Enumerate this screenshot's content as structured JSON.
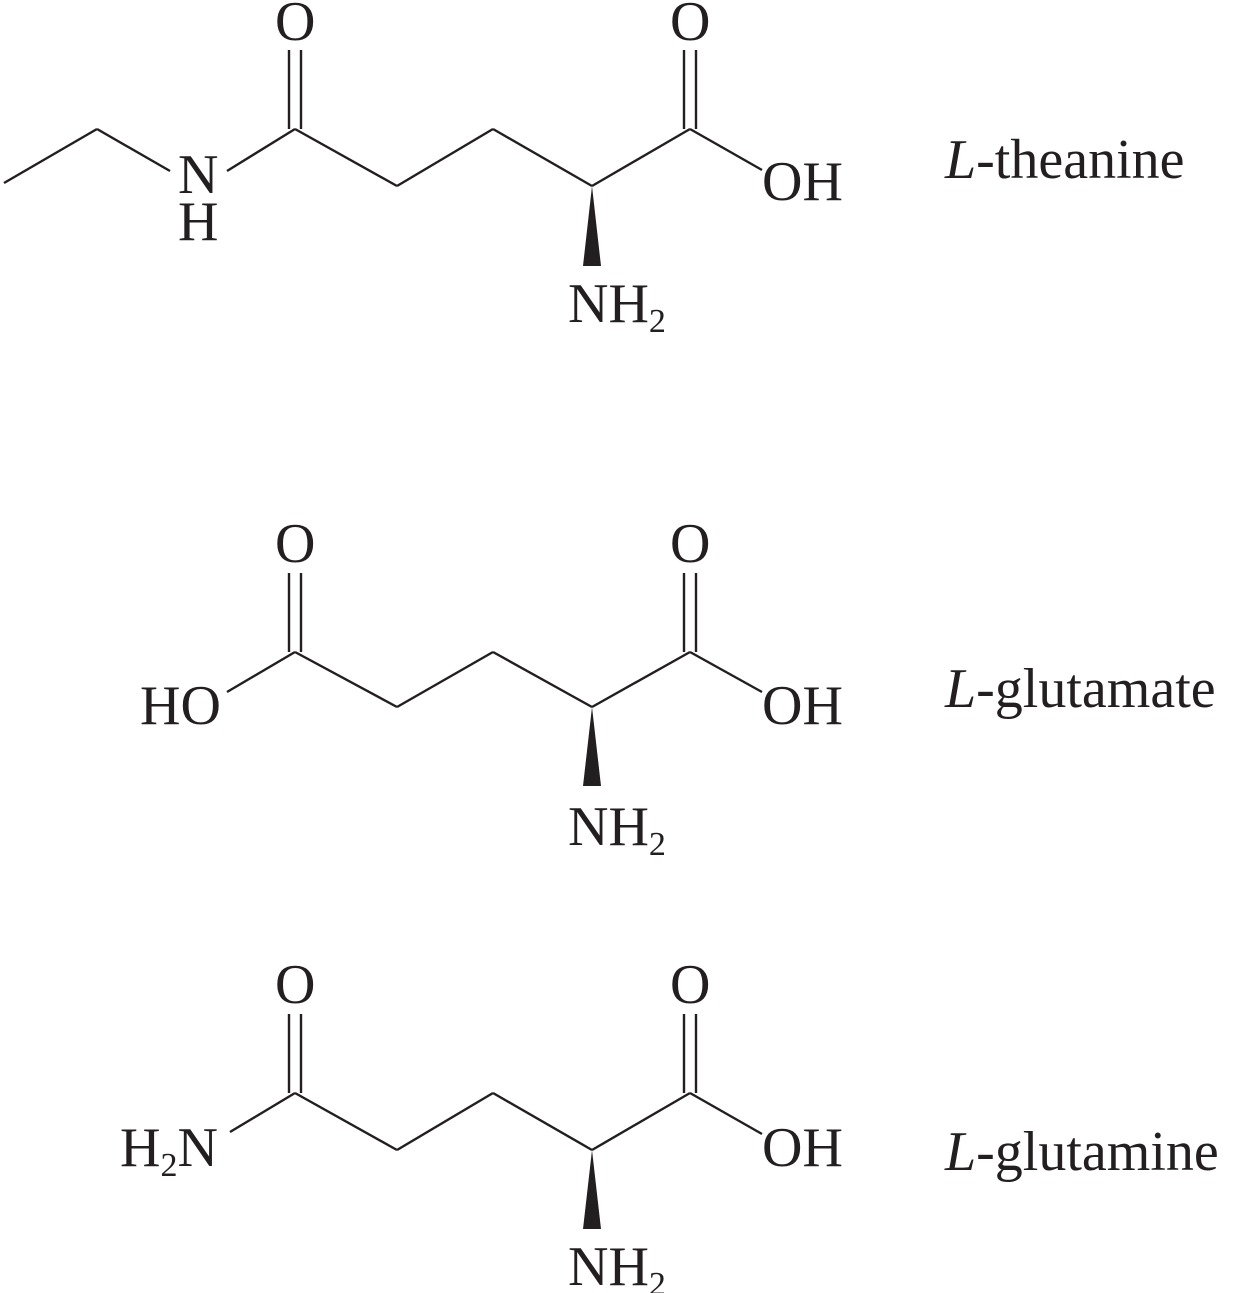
{
  "molecules": {
    "theanine": {
      "name_prefix": "L",
      "name_rest": "-theanine",
      "atoms": {
        "o_left": "O",
        "o_right": "O",
        "n": "N",
        "h": "H",
        "oh": "OH",
        "nh": "NH",
        "nh_sub": "2"
      }
    },
    "glutamate": {
      "name_prefix": "L",
      "name_rest": "-glutamate",
      "atoms": {
        "o_left": "O",
        "o_right": "O",
        "ho": "HO",
        "oh": "OH",
        "nh": "NH",
        "nh_sub": "2"
      }
    },
    "glutamine": {
      "name_prefix": "L",
      "name_rest": "-glutamine",
      "atoms": {
        "o_left": "O",
        "o_right": "O",
        "h2n_h": "H",
        "h2n_sub": "2",
        "h2n_n": "N",
        "oh": "OH",
        "nh": "NH",
        "nh_sub": "2"
      }
    }
  },
  "colors": {
    "ink": "#231f20",
    "background": "#ffffff"
  }
}
